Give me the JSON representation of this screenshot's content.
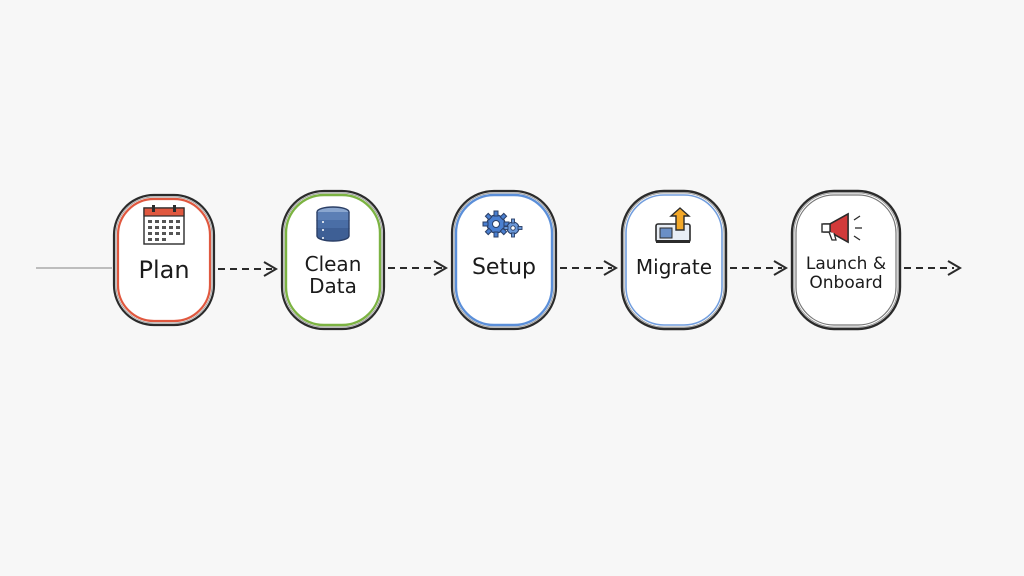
{
  "diagram": {
    "type": "process-flow",
    "steps": [
      {
        "label": "Plan",
        "icon": "calendar-icon",
        "border_color": "#e0583f"
      },
      {
        "label": "Clean\nData",
        "icon": "database-icon",
        "border_color": "#7cb342"
      },
      {
        "label": "Setup",
        "icon": "gears-icon",
        "border_color": "#5b8fd9"
      },
      {
        "label": "Migrate",
        "icon": "upload-icon",
        "border_color": "#4f86d6"
      },
      {
        "label": "Launch &\nOnboard",
        "icon": "megaphone-icon",
        "border_color": "#555555"
      }
    ]
  }
}
